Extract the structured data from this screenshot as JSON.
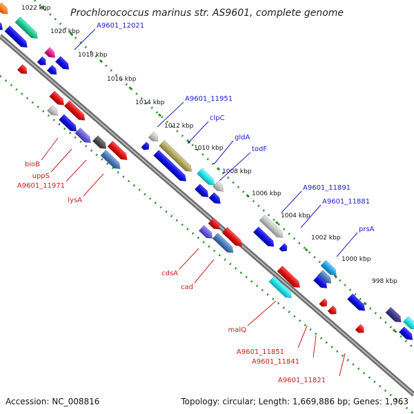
{
  "title": "Prochlorococcus marinus str. AS9601, complete genome",
  "footer": {
    "accession": "Accession: NC_008816",
    "summary": "Topology: circular; Length: 1,669,886 bp; Genes: 1,963"
  },
  "kbp_ticks": [
    "1022 kbp",
    "1020 kbp",
    "1018 kbp",
    "1016 kbp",
    "1014 kbp",
    "1012 kbp",
    "1010 kbp",
    "1008 kbp",
    "1006 kbp",
    "1004 kbp",
    "1002 kbp",
    "1000 kbp",
    "998 kbp"
  ],
  "gene_labels_upper": [
    "A9601_12021",
    "A9601_11951",
    "clpC",
    "gldA",
    "todF",
    "A9601_11891",
    "A9601_11881",
    "prsA"
  ],
  "gene_labels_lower": [
    "bioB",
    "uppS",
    "A9601_11971",
    "lysA",
    "cdsA",
    "cad",
    "malQ",
    "A9601_11851",
    "A9601_11841",
    "A9601_11821"
  ],
  "colors": {
    "label_blue": "#1a1acc",
    "label_red": "#cc1a1a",
    "gene_blue": "#1010e0",
    "gene_red": "#e01010",
    "backbone": "#8a8a8a",
    "tick_green": "#2e8b2e"
  }
}
